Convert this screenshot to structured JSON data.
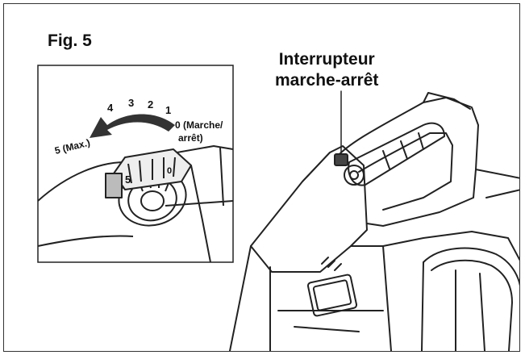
{
  "figure": {
    "title": "Fig. 5",
    "callout_line1": "Interrupteur",
    "callout_line2": "marche-arrêt"
  },
  "dial": {
    "n4": "4",
    "n3": "3",
    "n2": "2",
    "n1": "1",
    "label_off_line1": "0 (Marche/",
    "label_off_line2": "arrêt)",
    "label_max": "5 (Max.)",
    "face_5": "5",
    "face_0": "0"
  }
}
